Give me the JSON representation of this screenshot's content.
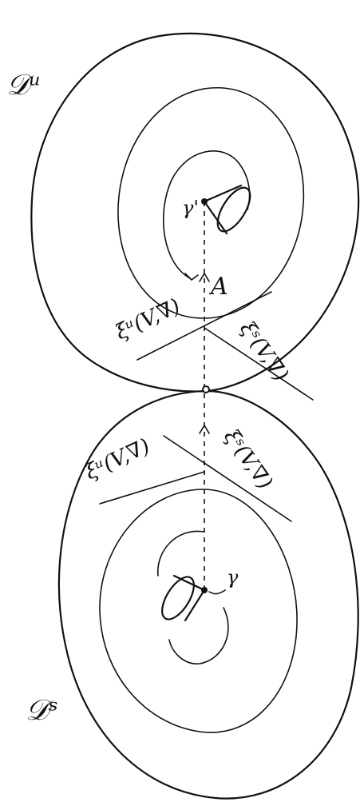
{
  "labels": {
    "domain_top": "𝒟ᵘ",
    "domain_bottom": "𝒟ˢ",
    "gamma_top": "γ'",
    "gamma_bottom": "γ",
    "flow_arrow": "A",
    "xi_u_top": "ξᵘ(V,∇)",
    "xi_s_top": "ξˢ(V,∇)",
    "xi_u_bottom": "ξᵘ(V,∇)",
    "xi_s_bottom": "ξˢ(V,∇)"
  }
}
